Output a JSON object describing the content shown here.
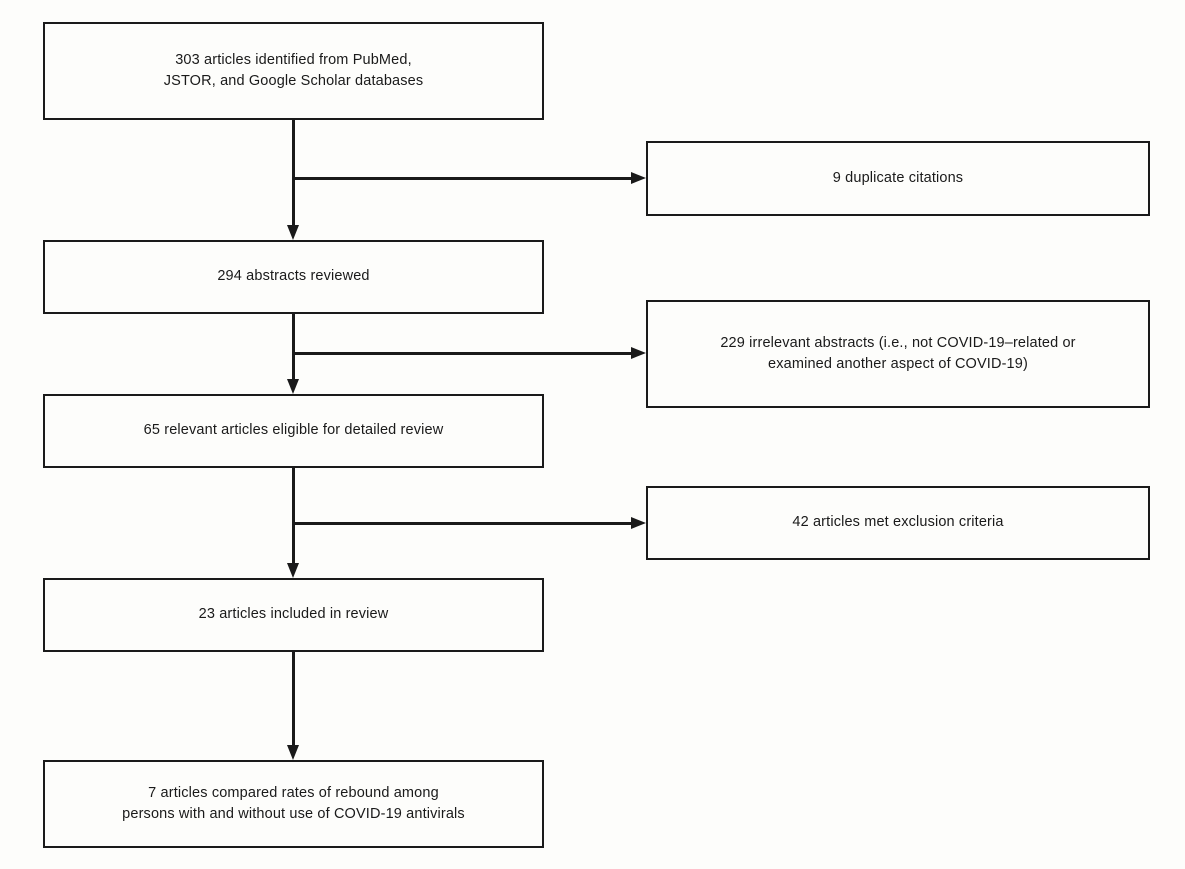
{
  "figure": {
    "type": "flowchart",
    "orientation": "vertical-with-right-exclusion-branches",
    "background_color": "#fdfdfb",
    "border_color": "#1a1a1a",
    "text_color": "#1a1a1a"
  },
  "nodes": {
    "identified": {
      "label": "303 articles identified from PubMed,\nJSTOR, and Google Scholar databases",
      "count": 303,
      "column": "main"
    },
    "duplicates": {
      "label": "9 duplicate citations",
      "count": 9,
      "column": "exclusion"
    },
    "abstracts_reviewed": {
      "label": "294 abstracts reviewed",
      "count": 294,
      "column": "main"
    },
    "irrelevant": {
      "label": "229 irrelevant abstracts (i.e., not COVID-19–related or\nexamined another aspect of COVID-19)",
      "count": 229,
      "column": "exclusion"
    },
    "eligible": {
      "label": "65 relevant articles eligible for detailed review",
      "count": 65,
      "column": "main"
    },
    "excluded": {
      "label": "42 articles met exclusion criteria",
      "count": 42,
      "column": "exclusion"
    },
    "included": {
      "label": "23 articles included in review",
      "count": 23,
      "column": "main"
    },
    "compared": {
      "label": "7 articles compared rates of rebound among\npersons with and without use of COVID-19 antivirals",
      "count": 7,
      "column": "main"
    }
  },
  "connectors": [
    {
      "name": "identified-to-abstracts",
      "kind": "arrow-down"
    },
    {
      "name": "identified-to-duplicates",
      "kind": "arrow-right"
    },
    {
      "name": "abstracts-to-eligible",
      "kind": "arrow-down"
    },
    {
      "name": "abstracts-to-irrelevant",
      "kind": "arrow-right"
    },
    {
      "name": "eligible-to-included",
      "kind": "arrow-down"
    },
    {
      "name": "eligible-to-excluded",
      "kind": "arrow-right"
    },
    {
      "name": "included-to-compared",
      "kind": "arrow-down"
    }
  ]
}
